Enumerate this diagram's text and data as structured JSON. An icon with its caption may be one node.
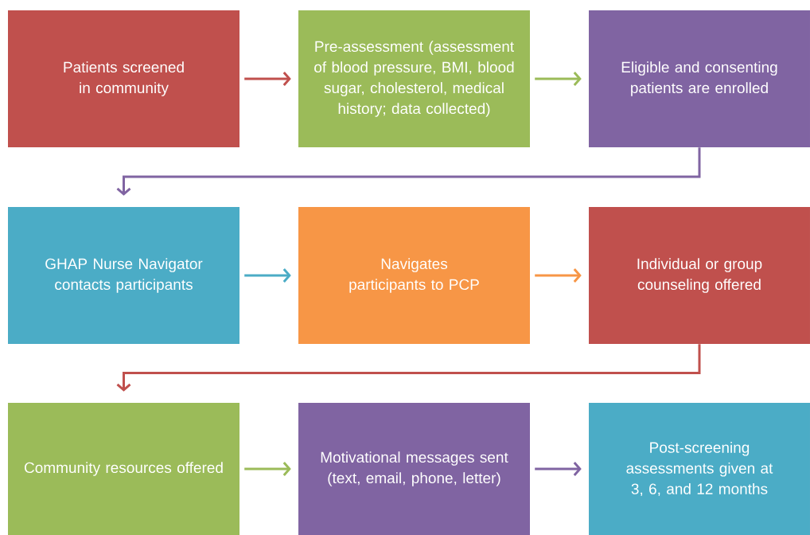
{
  "diagram": {
    "nodes": [
      {
        "text": [
          "Patients screened in community"
        ]
      },
      {
        "text": [
          "Pre-assessment (assessment of blood pressure, BMI, blood sugar, cholesterol, medical history; data collected)"
        ]
      },
      {
        "text": [
          "Eligible and consenting patients are enrolled"
        ]
      },
      {
        "text": [
          "GHAP Nurse Navigator contacts participants"
        ]
      },
      {
        "text": [
          "Navigates participants to PCP"
        ]
      },
      {
        "text": [
          "Individual or group counseling offered"
        ]
      },
      {
        "text": [
          "Community resources offered"
        ]
      },
      {
        "text": [
          "Motivational messages sent (text, email, phone, letter)"
        ]
      },
      {
        "text": [
          "Post-screening assessments given at 3, 6, and 12 months"
        ]
      }
    ],
    "edges": [
      {
        "from": 0,
        "to": 1,
        "arrow": "to",
        "color": "#c0504d"
      },
      {
        "from": 1,
        "to": 2,
        "arrow": "to",
        "color": "#9bbb59"
      },
      {
        "from": 2,
        "to": 3,
        "arrow": "to",
        "color": "#8064a2"
      },
      {
        "from": 3,
        "to": 4,
        "arrow": "to",
        "color": "#4bacc6"
      },
      {
        "from": 4,
        "to": 5,
        "arrow": "to",
        "color": "#f79646"
      },
      {
        "from": 5,
        "to": 6,
        "arrow": "to",
        "color": "#c0504d"
      },
      {
        "from": 6,
        "to": 7,
        "arrow": "to",
        "color": "#9bbb59"
      },
      {
        "from": 7,
        "to": 8,
        "arrow": "to",
        "color": "#8064a2"
      }
    ]
  }
}
